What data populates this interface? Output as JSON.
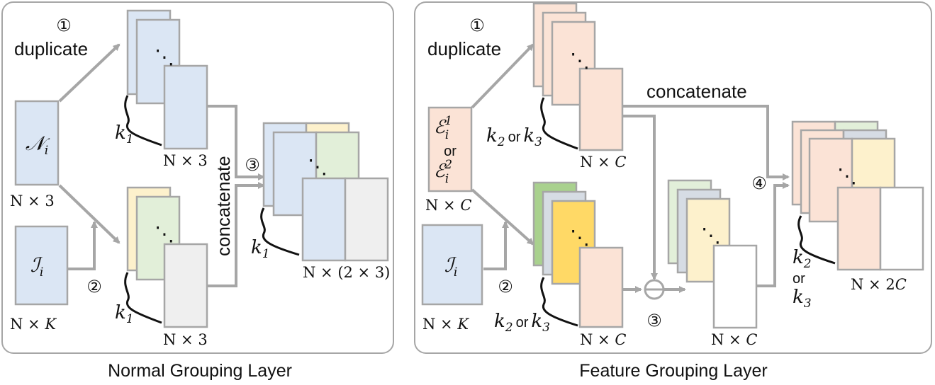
{
  "captions": {
    "left": "Normal Grouping Layer",
    "right": "Feature Grouping Layer"
  },
  "left": {
    "step1_marker": "①",
    "step1_label": "duplicate",
    "step2_marker": "②",
    "step3_marker": "③",
    "concat_label": "concatenate",
    "input_n": "𝒩",
    "input_n_sub": "i",
    "input_n_dim": "N × 3",
    "input_i": "ℐ",
    "input_i_sub": "i",
    "input_i_dim_text": "N × ",
    "input_i_dim_var": "K",
    "k_label": "k",
    "k_sub": "1",
    "top_stack_dim": "N × 3",
    "bottom_stack_dim": "N × 3",
    "out_dim": "N × (2 × 3)",
    "ellipsis": "⋱"
  },
  "right": {
    "step1_marker": "①",
    "step1_label": "duplicate",
    "step2_marker": "②",
    "step3_marker": "③",
    "step4_marker": "④",
    "concat_label": "concatenate",
    "e_sym": "ℰ",
    "e1_sub": "i",
    "e1_sup": "1",
    "or": "or",
    "e2_sub": "i",
    "e2_sup": "2",
    "input_e_dim_text": "N × ",
    "input_e_dim_var": "C",
    "input_i": "ℐ",
    "input_i_sub": "i",
    "input_i_dim_text": "N × ",
    "input_i_dim_var": "K",
    "k_a": "k",
    "k_a_sub": "2",
    "k_b": "k",
    "k_b_sub": "3",
    "top_stack_dim_text": "N × ",
    "top_stack_dim_var": "C",
    "bottom_stack_dim_text": "N × ",
    "bottom_stack_dim_var": "C",
    "mid_stack_dim_text": "N × ",
    "mid_stack_dim_var": "C",
    "out_dim_text": "N × 2",
    "out_dim_var": "C",
    "ellipsis": "⋱"
  },
  "colors": {
    "blue": "#dbe6f4",
    "peach": "#fbe3d6",
    "yellow": "#fdf1cc",
    "green": "#e2efd9",
    "grey": "#efefef",
    "dark_green": "#a9d18e",
    "slate": "#d6dce4",
    "gold": "#ffd966",
    "stroke": "#a6a6a6"
  }
}
